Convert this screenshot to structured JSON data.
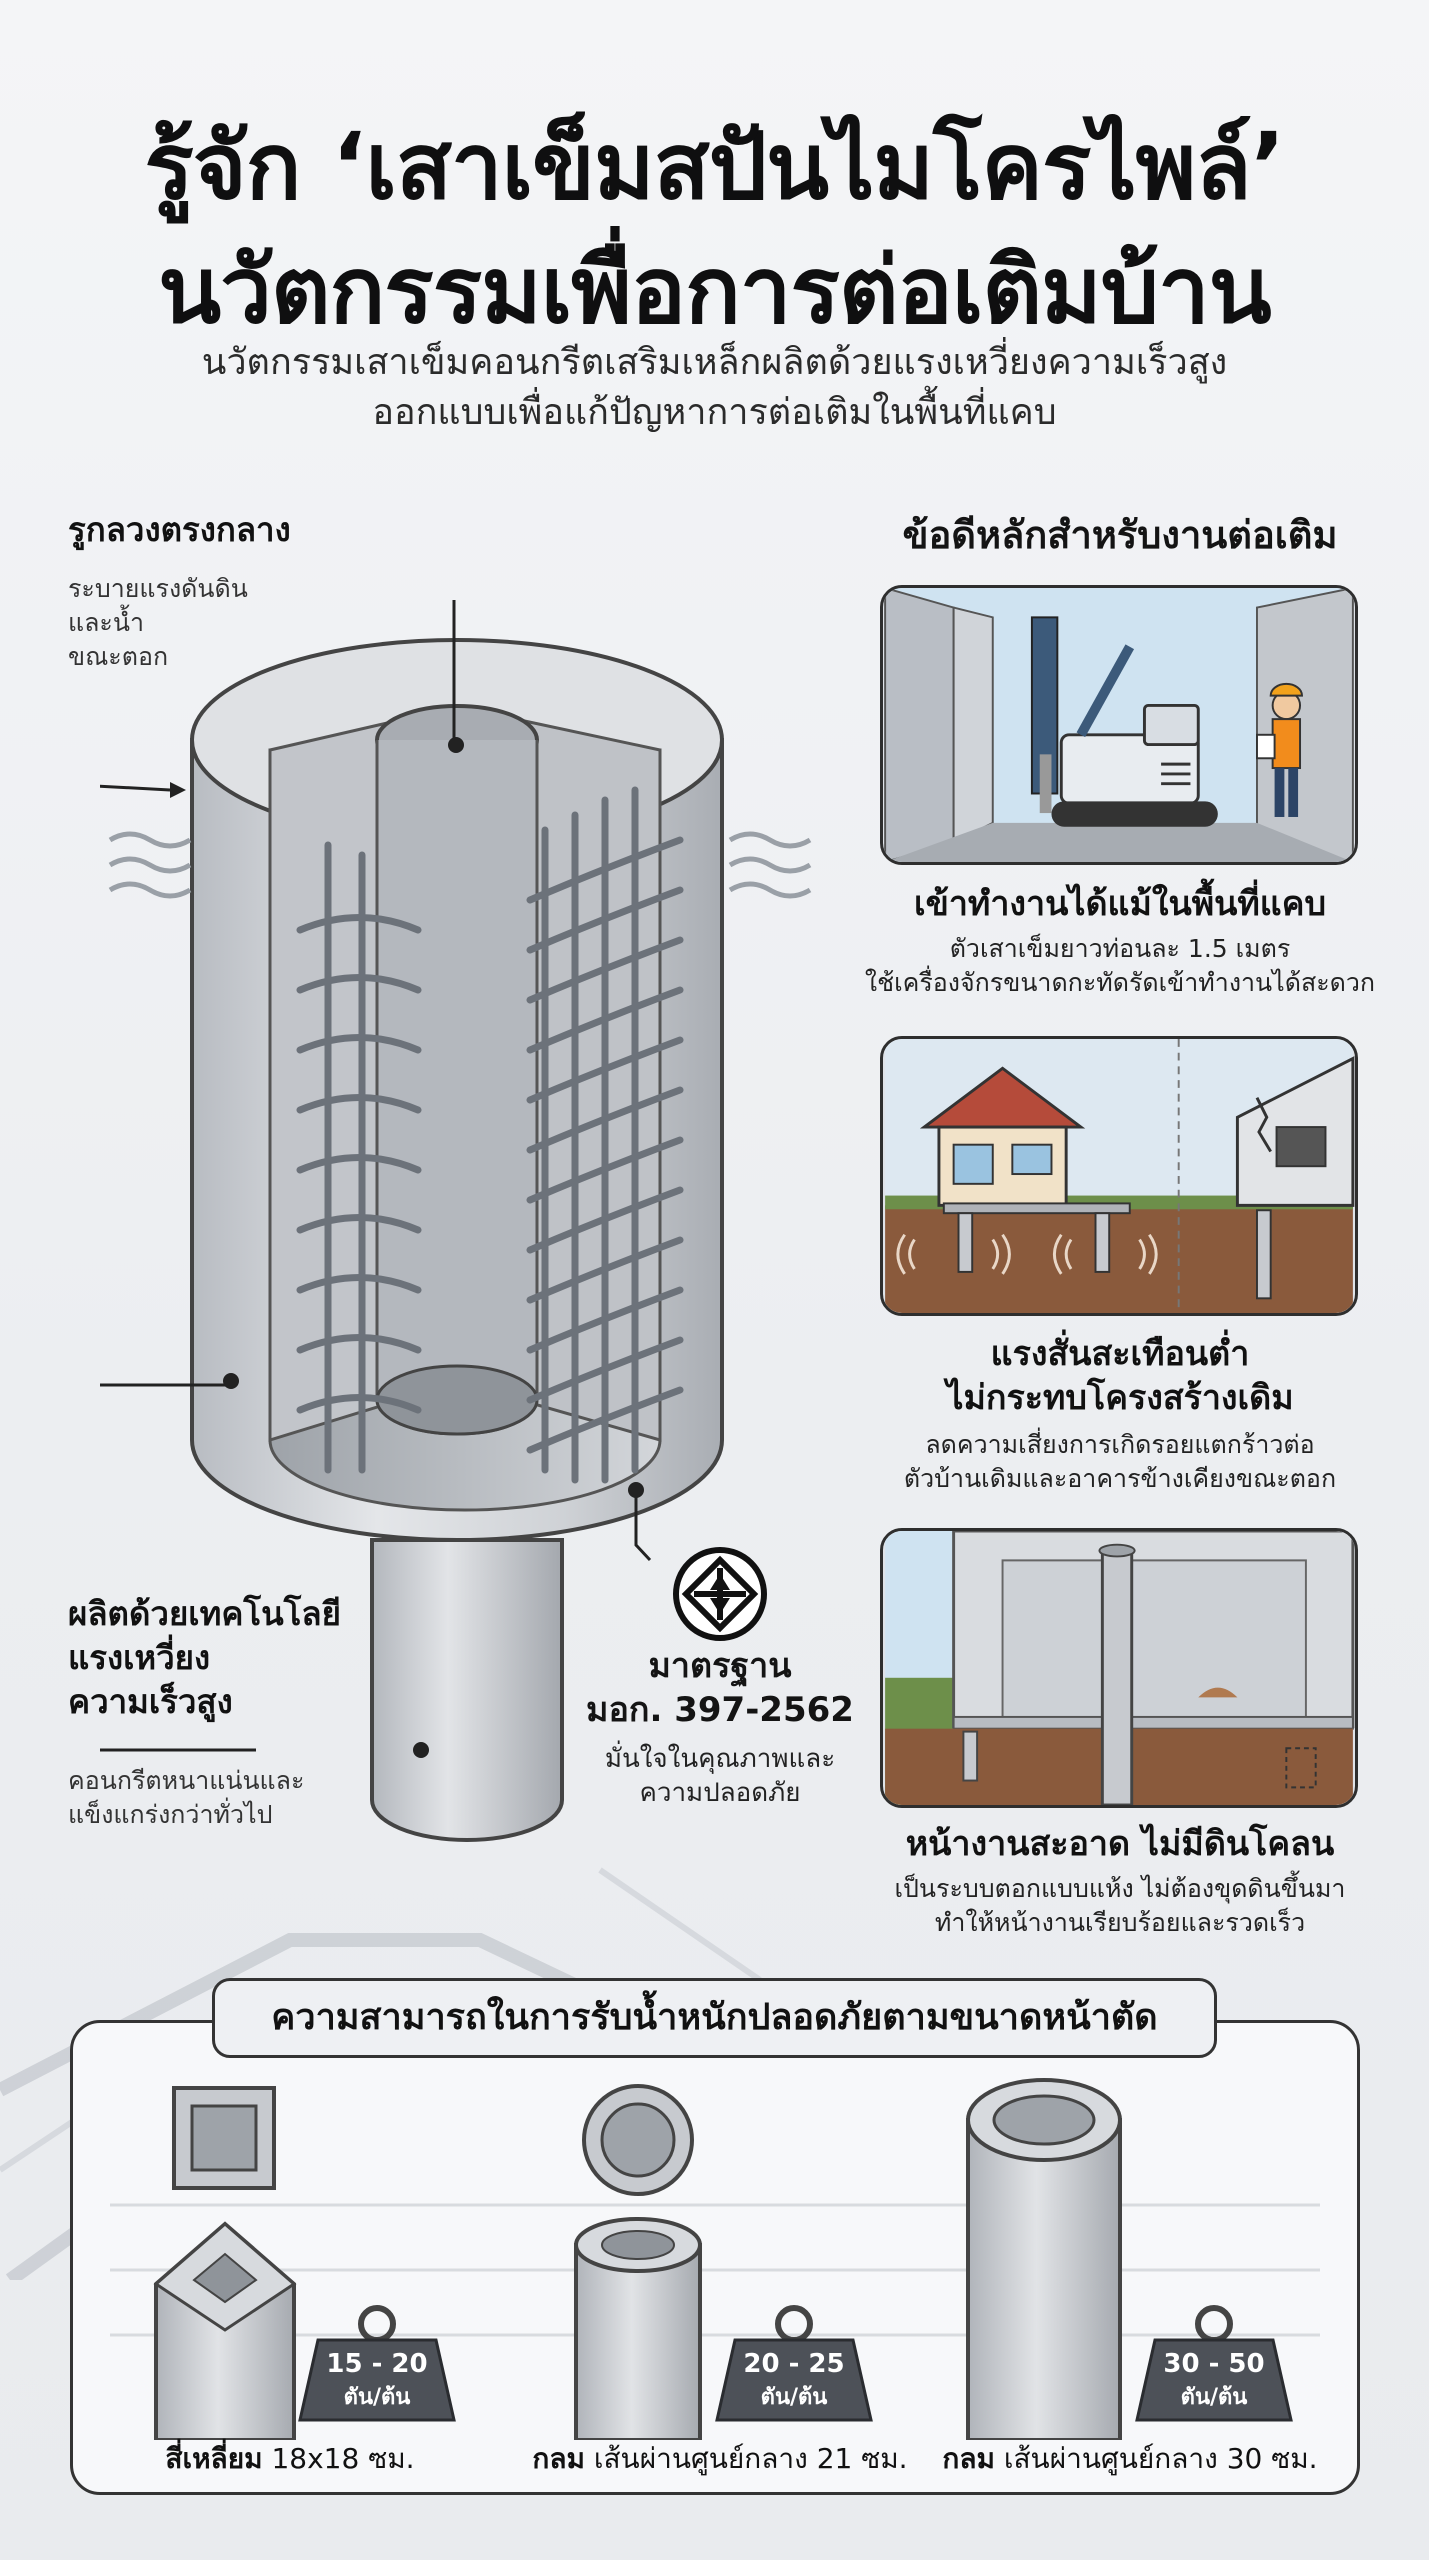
{
  "header": {
    "title_line1": "รู้จัก ‘เสาเข็มสปันไมโครไพล์’",
    "title_line2": "นวัตกรรมเพื่อการต่อเติมบ้าน",
    "subtitle_line1": "นวัตกรรมเสาเข็มคอนกรีตเสริมเหล็กผลิตด้วยแรงเหวี่ยงความเร็วสูง",
    "subtitle_line2": "ออกแบบเพื่อแก้ปัญหาการต่อเติมในพื้นที่แคบ"
  },
  "callouts": {
    "hollow": {
      "title": "รูกลวงตรงกลาง",
      "text_line1": "ระบายแรงดันดิน",
      "text_line2": "และน้ำ",
      "text_line3": "ขณะตอก"
    },
    "spin": {
      "title_line1": "ผลิตด้วยเทคโนโลยี",
      "title_line2": "แรงเหวี่ยง",
      "title_line3": "ความเร็วสูง",
      "text_line1": "คอนกรีตหนาแน่นและ",
      "text_line2": "แข็งแกร่งกว่าทั่วไป"
    },
    "standard": {
      "title": "มาตรฐาน",
      "code": "มอก. 397-2562",
      "text_line1": "มั่นใจในคุณภาพและ",
      "text_line2": "ความปลอดภัย"
    }
  },
  "benefits": {
    "heading": "ข้อดีหลักสำหรับงานต่อเติม",
    "items": [
      {
        "title": "เข้าทำงานได้แม้ในพื้นที่แคบ",
        "text_line1": "ตัวเสาเข็มยาวท่อนละ 1.5 เมตร",
        "text_line2": "ใช้เครื่องจักรขนาดกะทัดรัดเข้าทำงานได้สะดวก"
      },
      {
        "title_line1": "แรงสั่นสะเทือนต่ำ",
        "title_line2": "ไม่กระทบโครงสร้างเดิม",
        "text_line1": "ลดความเสี่ยงการเกิดรอยแตกร้าวต่อ",
        "text_line2": "ตัวบ้านเดิมและอาคารข้างเคียงขณะตอก"
      },
      {
        "title": "หน้างานสะอาด ไม่มีดินโคลน",
        "text_line1": "เป็นระบบตอกแบบแห้ง ไม่ต้องขุดดินขึ้นมา",
        "text_line2": "ทำให้หน้างานเรียบร้อยและรวดเร็ว"
      }
    ]
  },
  "capacity": {
    "heading": "ความสามารถในการรับน้ำหนักปลอดภัยตามขนาดหน้าตัด",
    "unit": "ตัน/ต้น",
    "items": [
      {
        "shape": "สี่เหลี่ยม",
        "size": "18x18 ซม.",
        "load": "15 - 20"
      },
      {
        "shape": "กลม",
        "size": "เส้นผ่านศูนย์กลาง 21 ซม.",
        "load": "20 - 25"
      },
      {
        "shape": "กลม",
        "size": "เส้นผ่านศูนย์กลาง 30 ซม.",
        "load": "30 - 50"
      }
    ]
  },
  "colors": {
    "ink": "#141414",
    "concrete": "#c9ccd1",
    "steel": "#7d838b",
    "sky": "#cfe3f1",
    "soil": "#8a5a3c"
  }
}
